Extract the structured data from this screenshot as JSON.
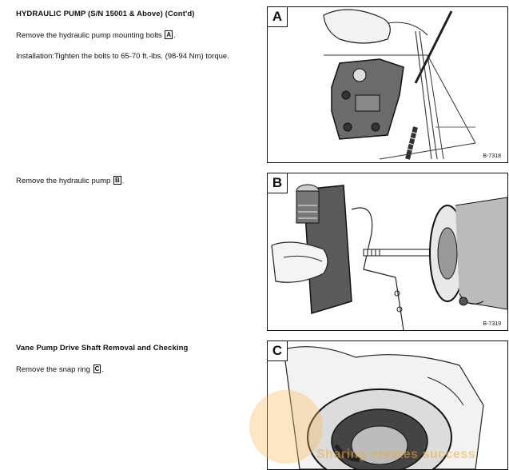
{
  "section1": {
    "heading": "HYDRAULIC PUMP (S/N 15001 & Above) (Cont'd)",
    "step1_text": "Remove the hydraulic pump mounting bolts",
    "step1_ref": "A",
    "step1_end": ".",
    "install_text": "Installation:Tighten the bolts to 65-70 ft.-lbs. (98-94 Nm) torque."
  },
  "section2": {
    "step_text": "Remove the hydraulic pump",
    "step_ref": "B",
    "step_end": "."
  },
  "section3": {
    "heading": "Vane Pump Drive Shaft Removal and Checking",
    "step_text": "Remove the snap ring",
    "step_ref": "C",
    "step_end": "."
  },
  "figures": [
    {
      "label": "A",
      "number": "B-7318"
    },
    {
      "label": "B",
      "number": "B-7319"
    },
    {
      "label": "C",
      "number": ""
    }
  ],
  "watermark": "Sharing creates success"
}
